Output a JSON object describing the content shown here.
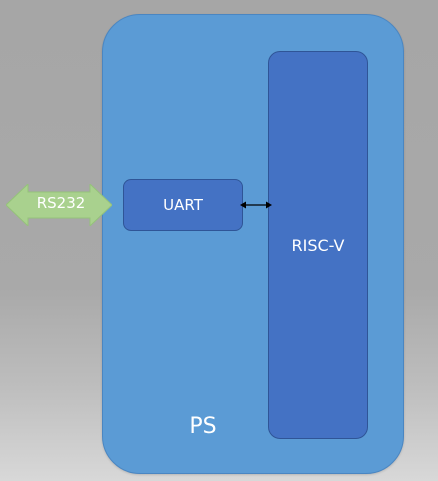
{
  "diagram": {
    "ps": {
      "label": "PS"
    },
    "riscv": {
      "label": "RISC-V"
    },
    "uart": {
      "label": "UART"
    },
    "rs232": {
      "label": "RS232"
    }
  },
  "colors": {
    "background": "#a9a9a9",
    "ps_fill": "#5b9bd5",
    "block_fill": "#4472c4",
    "arrow_fill": "#a9d18e",
    "connector": "#000000"
  }
}
